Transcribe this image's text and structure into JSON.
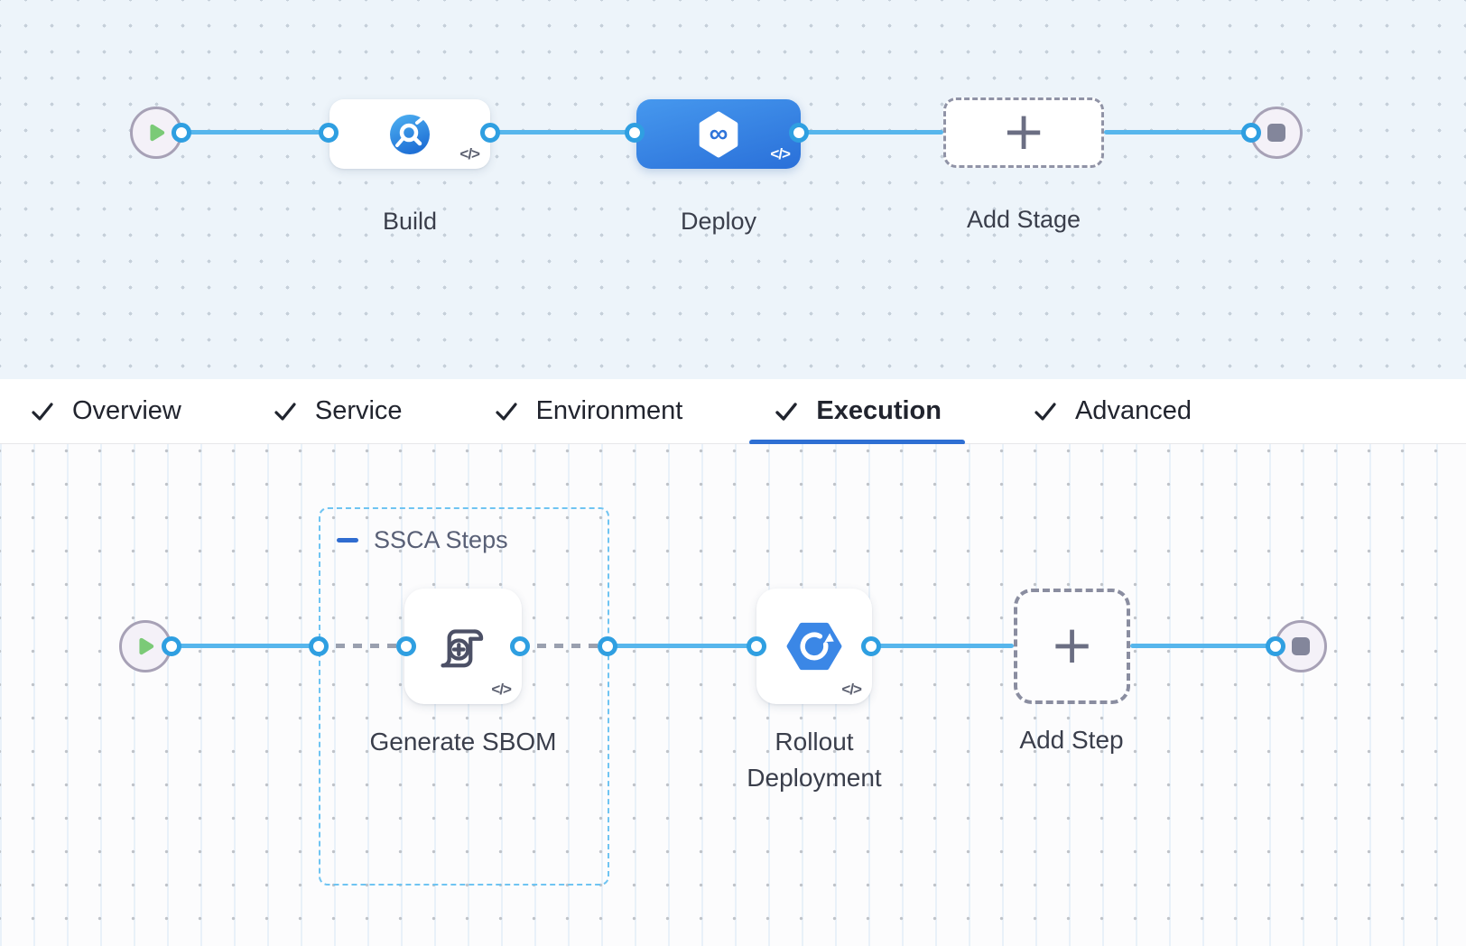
{
  "pipeline": {
    "stages": [
      {
        "label": "Build",
        "selected": false
      },
      {
        "label": "Deploy",
        "selected": true
      },
      {
        "label": "Add Stage",
        "selected": false
      }
    ]
  },
  "tabs": [
    {
      "label": "Overview",
      "checked": true,
      "active": false
    },
    {
      "label": "Service",
      "checked": true,
      "active": false
    },
    {
      "label": "Environment",
      "checked": true,
      "active": false
    },
    {
      "label": "Execution",
      "checked": true,
      "active": true
    },
    {
      "label": "Advanced",
      "checked": true,
      "active": false
    }
  ],
  "execution": {
    "group": {
      "label": "SSCA Steps",
      "collapsed": false
    },
    "steps": [
      {
        "label": "Generate SBOM"
      },
      {
        "label": "Rollout Deployment"
      },
      {
        "label": "Add Step"
      }
    ]
  },
  "icons": {
    "code": "</>",
    "plus": "+",
    "infinity": "∞"
  },
  "colors": {
    "connector_blue": "#57b6ec",
    "port_ring_blue": "#2f9fe1",
    "selected_stage_blue": "#2f7ce0",
    "active_tab_underline": "#2e6fd3",
    "group_border_blue": "#6fc4f2",
    "play_green": "#7bca77",
    "canvas_top_bg": "#edf4fa",
    "canvas_bottom_bg": "#fcfcfd"
  }
}
